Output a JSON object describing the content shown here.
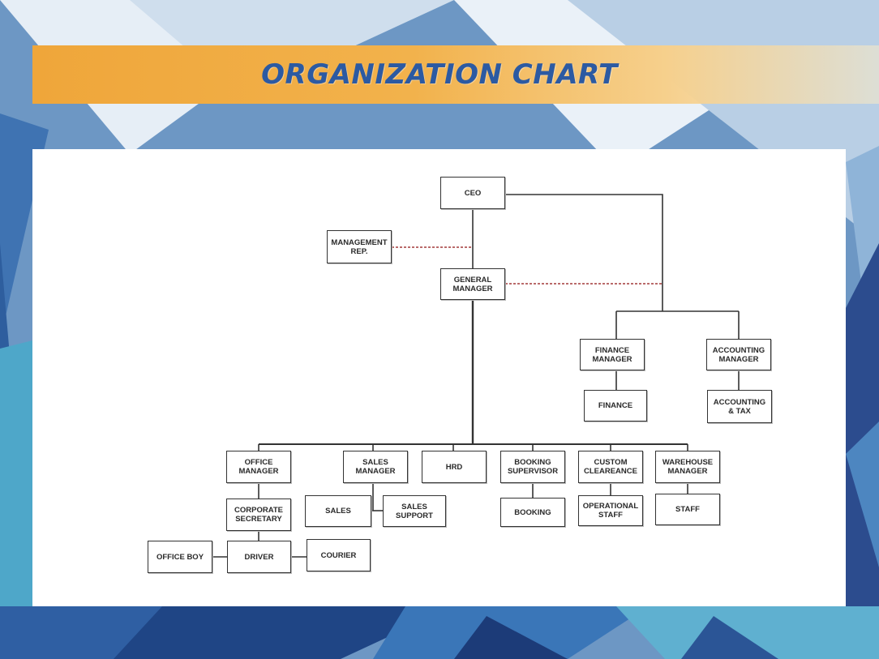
{
  "title": "ORGANIZATION CHART",
  "nodes": {
    "ceo": "CEO",
    "management_rep": "MANAGEMENT\nREP.",
    "general_manager": "GENERAL\nMANAGER",
    "finance_manager": "FINANCE\nMANAGER",
    "accounting_manager": "ACCOUNTING\nMANAGER",
    "finance": "FINANCE",
    "accounting_tax": "ACCOUNTING\n& TAX",
    "office_manager": "OFFICE\nMANAGER",
    "sales_manager": "SALES\nMANAGER",
    "hrd": "HRD",
    "booking_supervisor": "BOOKING\nSUPERVISOR",
    "custom_clearance": "CUSTOM\nCLEAREANCE",
    "warehouse_manager": "WAREHOUSE\nMANAGER",
    "corporate_secretary": "CORPORATE\nSECRETARY",
    "sales": "SALES",
    "sales_support": "SALES\nSUPPORT",
    "booking": "BOOKING",
    "operational_staff": "OPERATIONAL\nSTAFF",
    "staff": "STAFF",
    "office_boy": "OFFICE BOY",
    "driver": "DRIVER",
    "courier": "COURIER"
  },
  "colors": {
    "title_text": "#2c5aa2",
    "title_bar": "#efa63a",
    "dotted_line": "#a33a3a",
    "line": "#333333"
  }
}
